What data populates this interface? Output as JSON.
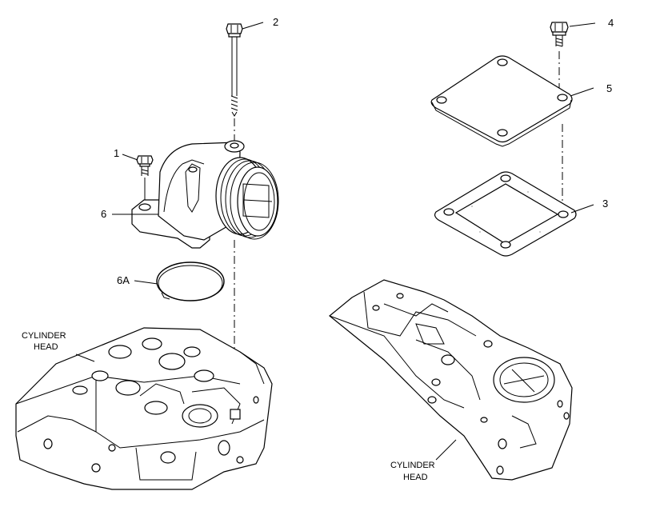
{
  "labels": {
    "n1": "1",
    "n2": "2",
    "n3": "3",
    "n4": "4",
    "n5": "5",
    "n6": "6",
    "n6a": "6A",
    "head_left_line1": "CYLINDER",
    "head_left_line2": "HEAD",
    "head_right_line1": "CYLINDER",
    "head_right_line2": "HEAD"
  }
}
